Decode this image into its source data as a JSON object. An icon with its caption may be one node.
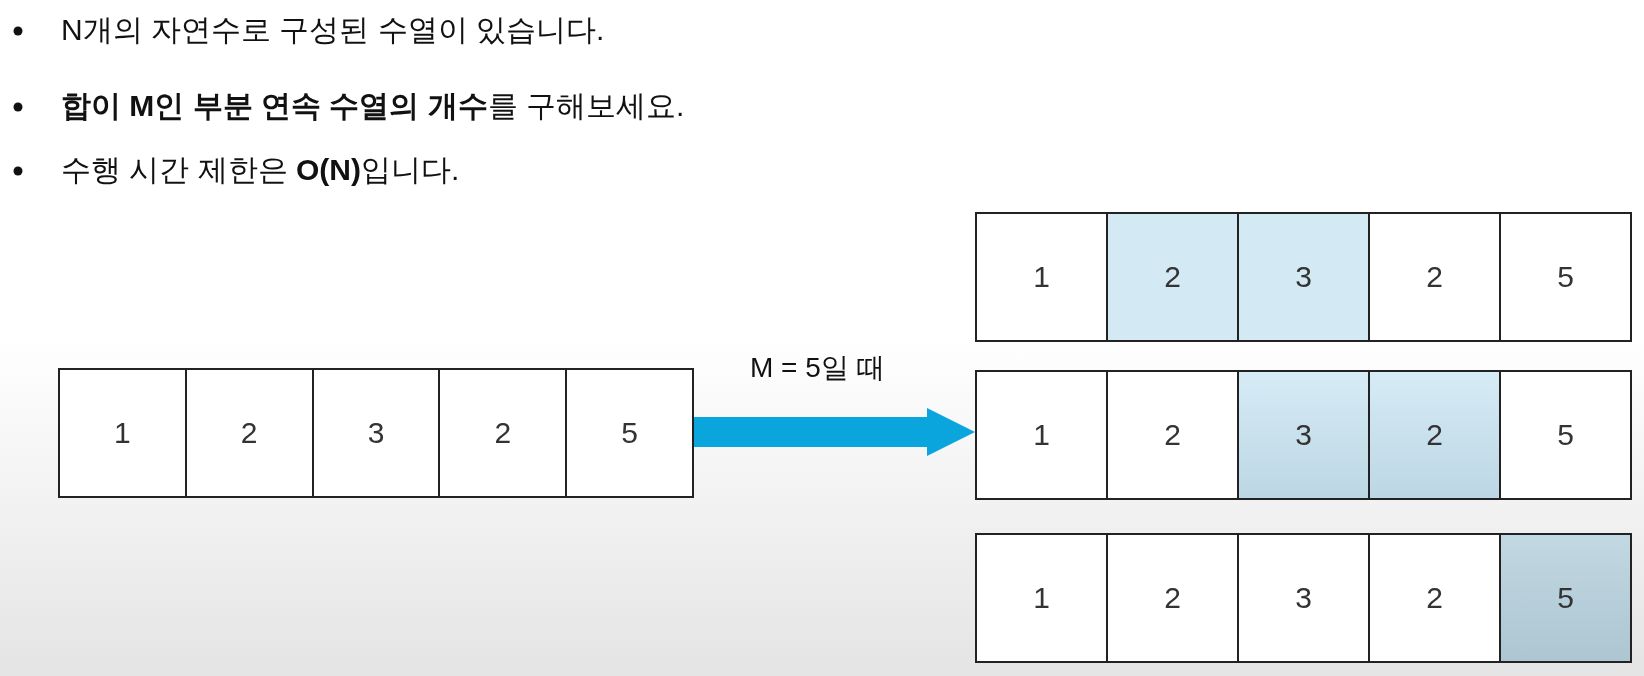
{
  "diagram": {
    "nodes": [
      {
        "text": [],
        "shape": "box"
      },
      {
        "text": [
          "1"
        ],
        "in": 0
      },
      {
        "text": [
          "2"
        ],
        "in": 0
      },
      {
        "text": [
          "3"
        ],
        "in": 0
      },
      {
        "text": [
          "2"
        ],
        "in": 0
      },
      {
        "text": [
          "5"
        ],
        "in": 0
      },
      {
        "text": [],
        "shape": "box"
      },
      {
        "text": [
          "1"
        ],
        "in": 6
      },
      {
        "text": [
          "2"
        ],
        "in": 6
      },
      {
        "text": [
          "3"
        ],
        "in": 6
      },
      {
        "text": [
          "2"
        ],
        "in": 6
      },
      {
        "text": [
          "5"
        ],
        "in": 6
      },
      {
        "text": [],
        "shape": "box"
      },
      {
        "text": [
          "1"
        ],
        "in": 12
      },
      {
        "text": [
          "2"
        ],
        "in": 12
      },
      {
        "text": [
          "3"
        ],
        "in": 12
      },
      {
        "text": [
          "2"
        ],
        "in": 12
      },
      {
        "text": [
          "5"
        ],
        "in": 12
      },
      {
        "text": [],
        "shape": "box"
      },
      {
        "text": [
          "1"
        ],
        "in": 18
      },
      {
        "text": [
          "2"
        ],
        "in": 18
      },
      {
        "text": [
          "3"
        ],
        "in": 18
      },
      {
        "text": [
          "2"
        ],
        "in": 18
      },
      {
        "text": [
          "5"
        ],
        "in": 18
      }
    ],
    "edges": [
      {
        "from": 0,
        "to": 12,
        "arrow": "to",
        "label": "M = 5일 때"
      }
    ],
    "labels": [
      "N개의 자연수로 구성된 수열이 있습니다.",
      "**합이 M인 부분 연속 수열의 개수**를 구해보세요.",
      "수행 시간 제한은 **O(N)**입니다."
    ]
  }
}
